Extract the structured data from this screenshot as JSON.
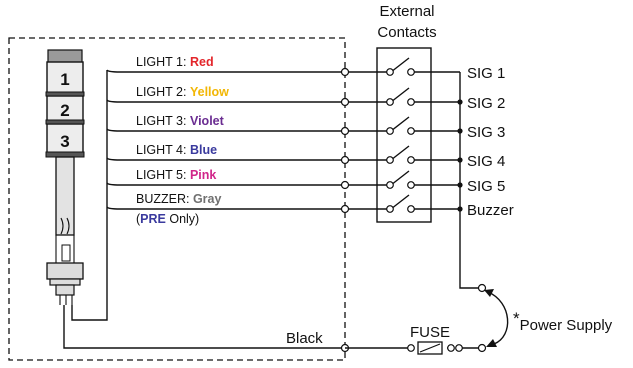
{
  "header": {
    "line1": "External",
    "line2": "Contacts"
  },
  "stack_numbers": [
    "1",
    "2",
    "3"
  ],
  "lights": [
    {
      "prefix": "LIGHT 1: ",
      "color_name": "Red",
      "color": "#e3262b"
    },
    {
      "prefix": "LIGHT 2: ",
      "color_name": "Yellow",
      "color": "#f2b705"
    },
    {
      "prefix": "LIGHT 3: ",
      "color_name": "Violet",
      "color": "#6a2c91"
    },
    {
      "prefix": "LIGHT 4: ",
      "color_name": "Blue",
      "color": "#3a3a9e"
    },
    {
      "prefix": "LIGHT 5: ",
      "color_name": "Pink",
      "color": "#d1268a"
    },
    {
      "prefix": "BUZZER: ",
      "color_name": "Gray",
      "color": "#707070"
    }
  ],
  "buzzer_note": {
    "open": "(",
    "bold": "PRE",
    "rest": " Only)",
    "bold_color": "#3a3a9e"
  },
  "signals": [
    "SIG 1",
    "SIG 2",
    "SIG 3",
    "SIG 4",
    "SIG 5",
    "Buzzer"
  ],
  "black_label": "Black",
  "fuse_label": "FUSE",
  "power_supply": {
    "asterisk": "*",
    "label": "Power Supply"
  }
}
